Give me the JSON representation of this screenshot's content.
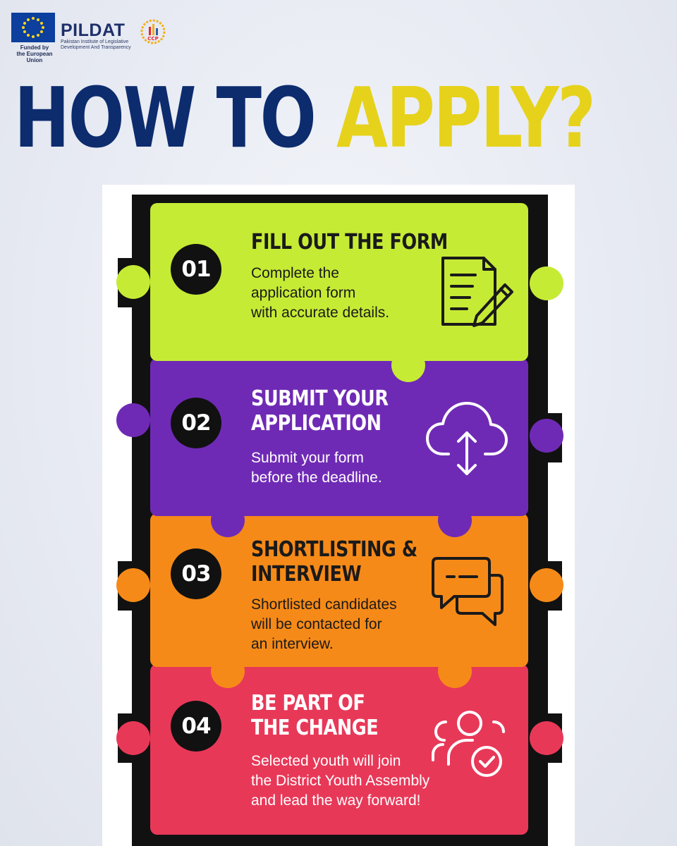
{
  "header": {
    "eu_caption_line1": "Funded by",
    "eu_caption_line2": "the European Union",
    "org_name": "PILDAT",
    "org_tagline_line1": "Pakistan Institute of Legislative",
    "org_tagline_line2": "Development And Transparency",
    "partner_logo_text": "CCP"
  },
  "heading": {
    "part1": "HOW TO ",
    "part2": "APPLY?"
  },
  "colors": {
    "navy": "#0c2c6e",
    "yellow": "#e6d21b",
    "step1": "#c6eb35",
    "step2": "#6f2ab5",
    "step3": "#f68a18",
    "step4": "#e83858"
  },
  "steps": [
    {
      "number": "01",
      "title_lines": [
        "FILL OUT THE FORM"
      ],
      "body_lines": [
        "Complete the",
        "application form",
        "with accurate details."
      ],
      "icon": "form-pencil-icon"
    },
    {
      "number": "02",
      "title_lines": [
        "SUBMIT YOUR",
        "APPLICATION"
      ],
      "body_lines": [
        "Submit your form",
        "before the deadline."
      ],
      "icon": "cloud-upload-icon"
    },
    {
      "number": "03",
      "title_lines": [
        "SHORTLISTING &",
        "INTERVIEW"
      ],
      "body_lines": [
        "Shortlisted candidates",
        "will be contacted for",
        "an interview."
      ],
      "icon": "chat-bubbles-icon"
    },
    {
      "number": "04",
      "title_lines": [
        "BE PART OF",
        "THE CHANGE"
      ],
      "body_lines": [
        "Selected youth will join",
        "the District Youth Assembly",
        "and lead the way forward!"
      ],
      "icon": "users-check-icon"
    }
  ]
}
